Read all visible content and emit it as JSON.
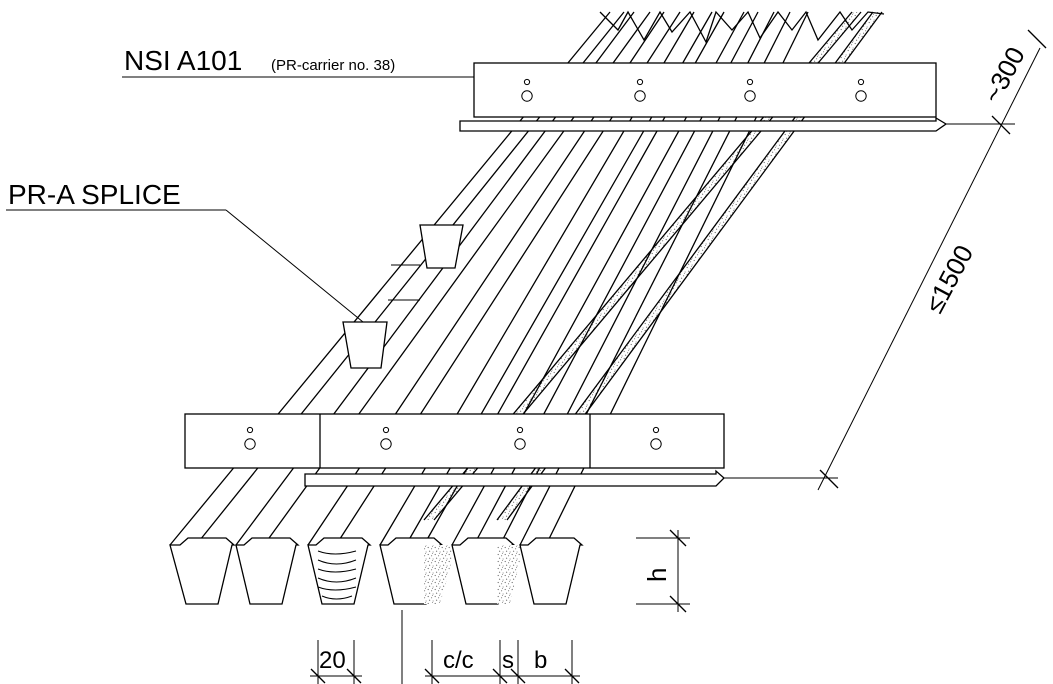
{
  "labels": {
    "carrier_name": "NSI A101",
    "carrier_note": "(PR-carrier no. 38)",
    "splice": "PR-A SPLICE"
  },
  "dimensions": {
    "top_spacing": "~300",
    "carrier_spacing": "≤1500",
    "height": "h",
    "twenty": "20",
    "center_to_center": "c/c",
    "gap": "s",
    "width": "b"
  },
  "colors": {
    "line": "#000000",
    "background": "#ffffff",
    "speckle": "#6a6a6a"
  }
}
